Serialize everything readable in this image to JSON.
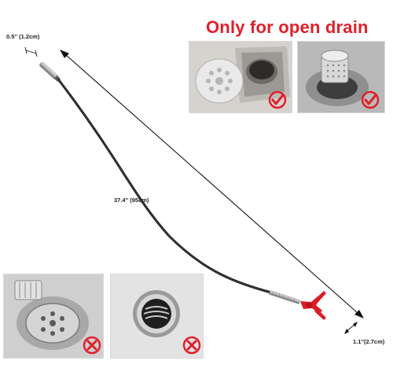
{
  "headline": "Only for open drain",
  "dimensions": {
    "tip_width": "0.5'' (1.2cm)",
    "length": "37.4'' (95cm)",
    "claw_width": "1.1''(2.7cm)"
  },
  "photos": [
    {
      "subject": "square floor drain with removable strainer",
      "suitable": true,
      "badge_icon": "check-icon"
    },
    {
      "subject": "sink drain with removable basket strainer",
      "suitable": true,
      "badge_icon": "check-icon"
    },
    {
      "subject": "fixed sink strainer",
      "suitable": false,
      "badge_icon": "cross-icon"
    },
    {
      "subject": "pop-up closed drain",
      "suitable": false,
      "badge_icon": "cross-icon"
    }
  ],
  "colors": {
    "headline": "#e0202a",
    "badge": "#e0202a",
    "cable": "#1a1a1a",
    "claw": "#d81f26"
  }
}
